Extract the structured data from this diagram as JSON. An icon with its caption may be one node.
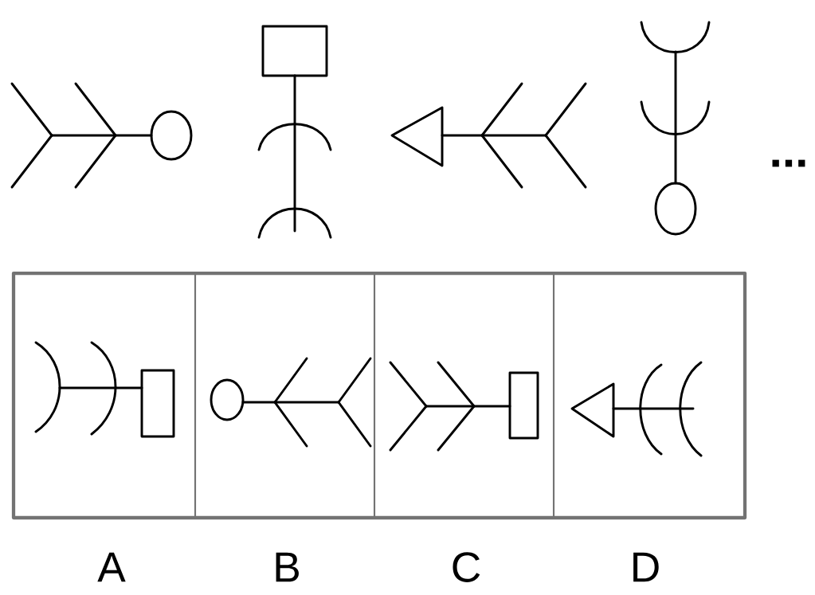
{
  "diagram": {
    "labels": [
      "...",
      "A",
      "B",
      "C",
      "D"
    ]
  }
}
